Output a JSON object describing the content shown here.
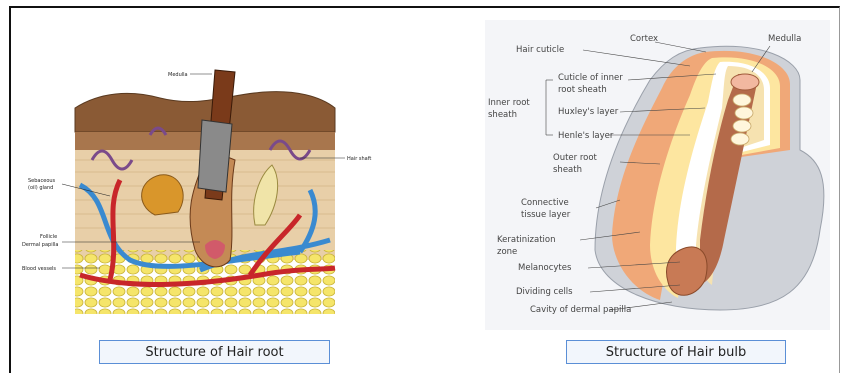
{
  "left_figure": {
    "caption": "Structure of Hair root",
    "labels": {
      "medulla": "Medulla",
      "hair_shaft": "Hair shaft",
      "sebaceous_line1": "Sebaceous",
      "sebaceous_line2": "(oil) gland",
      "follicle": "Follicle",
      "dermal_papilla": "Dermal papilla",
      "blood_vessels": "Blood vessels"
    }
  },
  "right_figure": {
    "caption": "Structure of Hair bulb",
    "labels": {
      "hair_cuticle": "Hair cuticle",
      "cortex": "Cortex",
      "medulla": "Medulla",
      "cuticle_inner_1": "Cuticle of inner",
      "cuticle_inner_2": "root sheath",
      "inner_root_1": "Inner root",
      "inner_root_2": "sheath",
      "huxley": "Huxley's layer",
      "henle": "Henle's layer",
      "outer_root_1": "Outer root",
      "outer_root_2": "sheath",
      "connective_1": "Connective",
      "connective_2": "tissue layer",
      "keratinization_1": "Keratinization",
      "keratinization_2": "zone",
      "melanocytes": "Melanocytes",
      "dividing_cells": "Dividing cells",
      "cavity": "Cavity of dermal papilla"
    }
  }
}
